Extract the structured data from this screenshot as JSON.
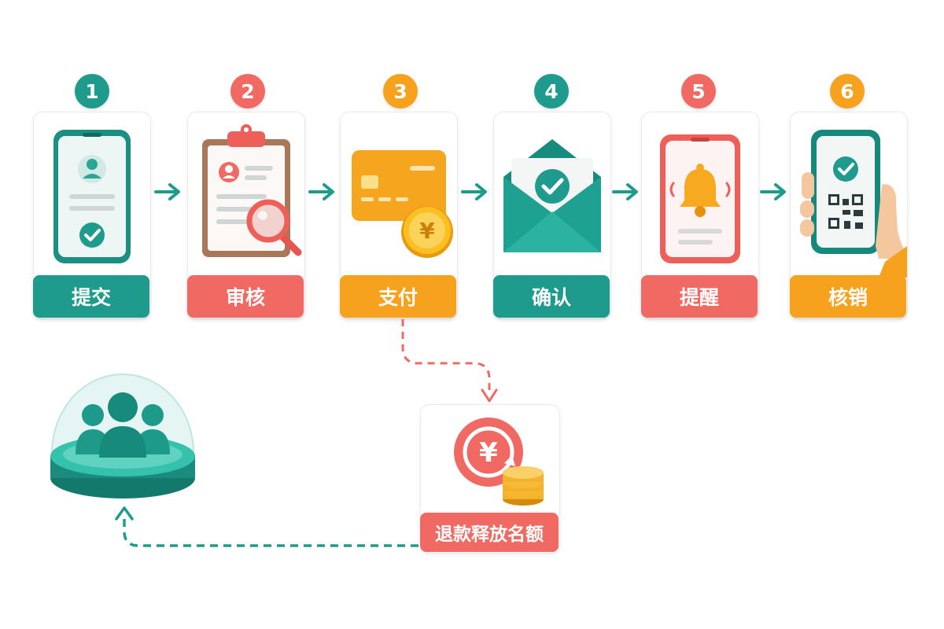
{
  "steps": [
    {
      "number": "1",
      "label": "提交",
      "color": "#1e9b8c",
      "icon": "phone-user-check-icon"
    },
    {
      "number": "2",
      "label": "审核",
      "color": "#f06a63",
      "icon": "clipboard-magnifier-icon"
    },
    {
      "number": "3",
      "label": "支付",
      "color": "#f6a21e",
      "icon": "card-yen-coin-icon"
    },
    {
      "number": "4",
      "label": "确认",
      "color": "#1e9b8c",
      "icon": "envelope-check-icon"
    },
    {
      "number": "5",
      "label": "提醒",
      "color": "#f06a63",
      "icon": "phone-bell-icon"
    },
    {
      "number": "6",
      "label": "核销",
      "color": "#f6a21e",
      "icon": "phone-qr-hand-icon"
    }
  ],
  "refund": {
    "label": "退款释放名额",
    "icon": "yen-refund-coins-icon",
    "color": "#f06a63"
  },
  "quota_pool": {
    "icon": "user-group-pedestal-icon",
    "color": "#1e9b8c"
  },
  "arrow_colors": {
    "flow": "#1e9b8c",
    "refund_path": "#f06a63",
    "return_path": "#1e9b8c"
  }
}
